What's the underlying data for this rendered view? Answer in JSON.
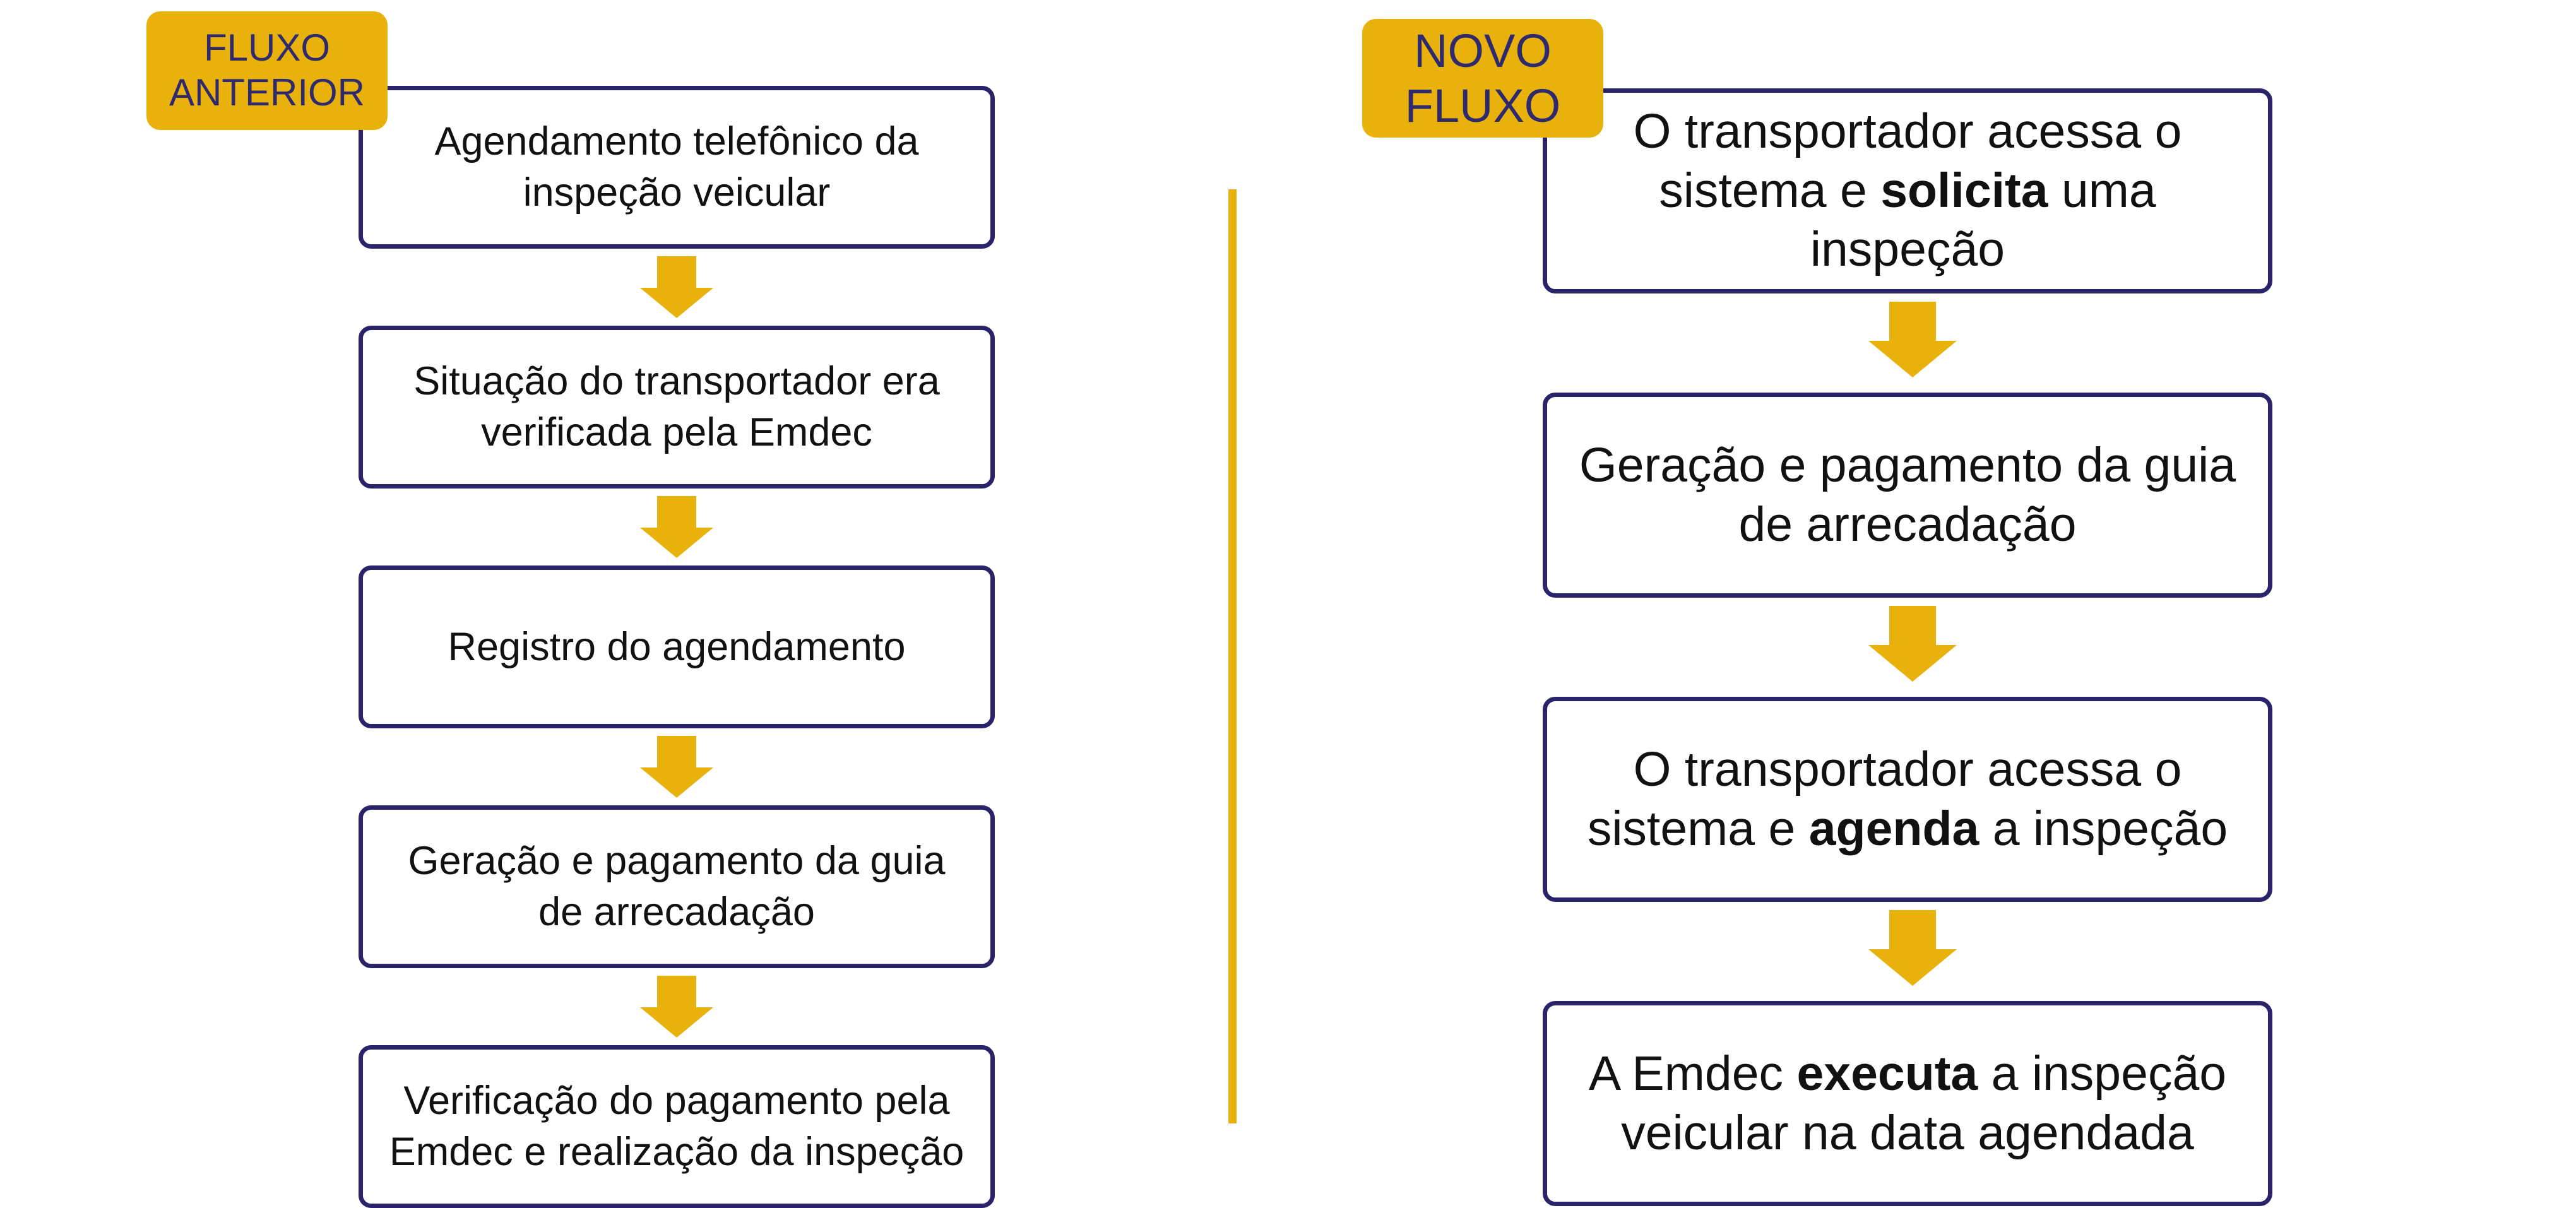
{
  "colors": {
    "accent": "#e9b10b",
    "box_border": "#2b2369",
    "tag_text": "#2f2a6e"
  },
  "left": {
    "tag_line1": "FLUXO",
    "tag_line2": "ANTERIOR",
    "steps": [
      {
        "line1": "Agendamento telefônico da",
        "line2": "inspeção veicular"
      },
      {
        "line1": "Situação do transportador era",
        "line2": "verificada pela Emdec"
      },
      {
        "line1": "Registro do agendamento",
        "line2": ""
      },
      {
        "line1": "Geração e pagamento da guia",
        "line2": "de arrecadação"
      },
      {
        "line1": "Verificação do pagamento pela",
        "line2": "Emdec e realização da inspeção"
      }
    ]
  },
  "right": {
    "tag_line1": "NOVO",
    "tag_line2": "FLUXO",
    "steps": [
      {
        "line1": "O transportador acessa o",
        "line2_pre": "sistema e ",
        "line2_bold": "solicita",
        "line2_post": " uma inspeção"
      },
      {
        "line1": "Geração e pagamento da guia",
        "line2": "de arrecadação"
      },
      {
        "line1": "O transportador acessa o",
        "line2_pre": "sistema e ",
        "line2_bold": "agenda",
        "line2_post": " a inspeção"
      },
      {
        "line1_pre": "A Emdec ",
        "line1_bold": "executa",
        "line1_post": " a inspeção",
        "line2": "veicular na data agendada"
      }
    ]
  }
}
